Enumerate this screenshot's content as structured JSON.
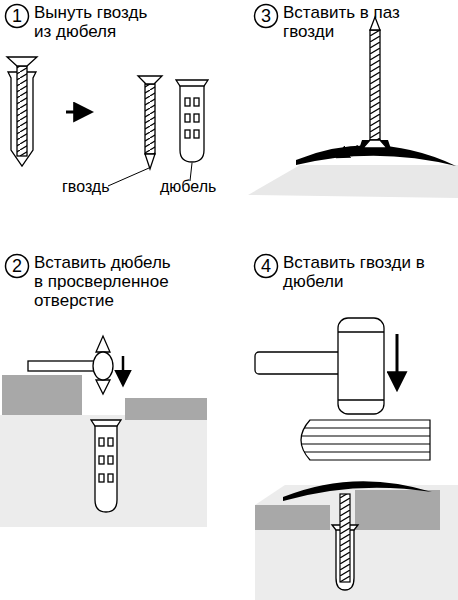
{
  "diagram": {
    "nodes": [
      {
        "text": [
          "1",
          "Вынуть гвоздь из дюбеля"
        ]
      },
      {
        "text": [
          "3",
          "Вставить в паз гвозди"
        ]
      },
      {
        "text": [
          "2",
          "Вставить дюбель в просверленное отверстие"
        ]
      },
      {
        "text": [
          "4",
          "Вставить гвозди в дюбели"
        ]
      }
    ],
    "edges": [],
    "labels": [
      "гвоздь",
      "дюбель"
    ]
  }
}
